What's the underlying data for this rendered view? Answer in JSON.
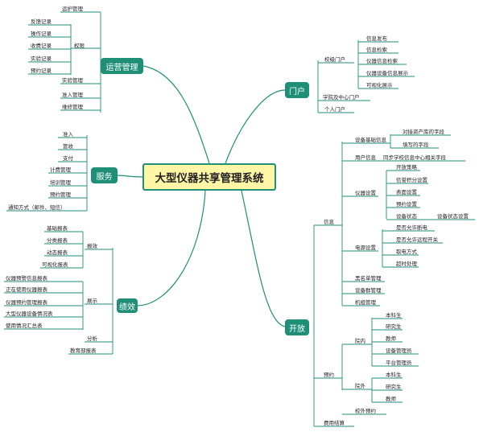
{
  "central": "大型仪器共享管理系统",
  "ops": {
    "title": "运营管理",
    "l1": "运护管理",
    "l2": "权限",
    "l3": "实验管理",
    "l4": "准入管理",
    "l5": "维修管理",
    "sub": [
      "反馈记录",
      "操作记录",
      "收费记录",
      "实验记录",
      "预约记录"
    ]
  },
  "service": {
    "title": "服务",
    "items": [
      "准入",
      "管收",
      "支付",
      "计费管理",
      "培训管理",
      "预约管理",
      "通知方式（邮件、短信）"
    ]
  },
  "perf": {
    "title": "绩效",
    "l1": "报效",
    "l2": "展示",
    "l3": "分析",
    "l4": "教育部报表",
    "reports": [
      "基础报表",
      "分类报表",
      "动态报表",
      "可视化报表"
    ],
    "show": [
      "仪器预警信息报表",
      "正在使用仪器报表",
      "仪器预约管理报表",
      "大型仪器设备情况表",
      "使用情况汇总表"
    ]
  },
  "portal": {
    "title": "门户",
    "l1": "校级门户",
    "l2": "学院及中心门户",
    "l3": "个人门户",
    "items": [
      "信息发布",
      "信息检索",
      "仪器信息检索",
      "仪器设备信息展示",
      "可视化展示"
    ]
  },
  "open": {
    "title": "开放",
    "l1": "信息",
    "l2": "预约",
    "l3": "费用结算",
    "dev": "设备基础信息",
    "dev_items": [
      "对接资产库的字段",
      "填写的字段"
    ],
    "user": "用户信息",
    "user_item": "同步学校信息中心相关字段",
    "settings": "仪器设置",
    "settings_items": [
      "开放策略",
      "信誉积分设置",
      "表面设置",
      "预约设置",
      "设备状态"
    ],
    "status_set": "设备状态设置",
    "rent": "电源设置",
    "rent_items": [
      "是否允许断电",
      "是否允许远程开关",
      "取电方式",
      "超时处理"
    ],
    "blacklist": "黑名单管理",
    "device_mgmt": "设备群管理",
    "org_mgmt": "机组管理",
    "inside": "院内",
    "outside": "院外",
    "inside_items": [
      "本科生",
      "研究生",
      "教师",
      "设备管理员",
      "平台管理员"
    ],
    "outside_items": [
      "本科生",
      "研究生",
      "教师"
    ],
    "extern": "校外预约"
  }
}
